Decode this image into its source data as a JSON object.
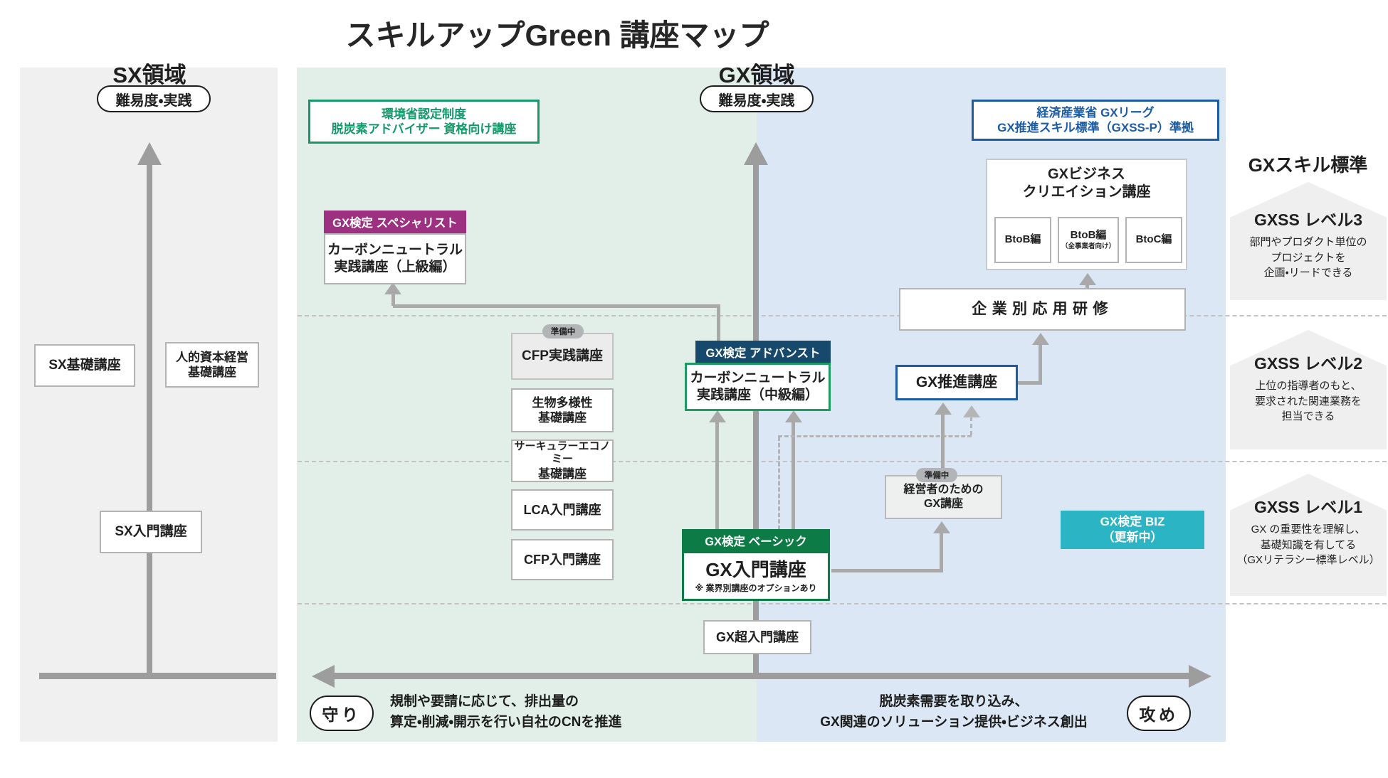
{
  "title": "スキルアップGreen 講座マップ",
  "colors": {
    "accent_green": "#14996a",
    "dark_green": "#0d7b45",
    "mid_green": "#1d9b63",
    "navy": "#17496d",
    "purple": "#9d3080",
    "blue": "#1c5ca4",
    "cyan": "#2bb4c4",
    "panel_gray": "#f0f0f0",
    "panel_green": "#e1efe8",
    "panel_blue": "#dbe7f4"
  },
  "sx": {
    "heading": "SX領域",
    "axis_pill": "難易度・実践",
    "basic_course": "SX基礎講座",
    "human_capital_line1": "人的資本経営",
    "human_capital_line2": "基礎講座",
    "intro_course": "SX入門講座"
  },
  "gx": {
    "heading": "GX領域",
    "axis_pill": "難易度・実践",
    "env_cert_line1": "環境省認定制度",
    "env_cert_line2": "脱炭素アドバイザー 資格向け講座",
    "meti_line1": "経済産業省 GXリーグ",
    "meti_line2": "GX推進スキル標準（GXSS-P）準拠",
    "specialist_label": "GX検定 スペシャリスト",
    "cn_advanced_line1": "カーボンニュートラル",
    "cn_advanced_line2": "実践講座（上級編）",
    "preparing_badge": "準備中",
    "cfp_practice": "CFP実践講座",
    "biodiversity_line1": "生物多様性",
    "biodiversity_line2": "基礎講座",
    "circular_line1": "サーキュラーエコノミー",
    "circular_line2": "基礎講座",
    "lca_intro": "LCA入門講座",
    "cfp_intro": "CFP入門講座",
    "advanced_label": "GX検定 アドバンスト",
    "cn_intermediate_line1": "カーボンニュートラル",
    "cn_intermediate_line2": "実践講座（中級編）",
    "suishin_course": "GX推進講座",
    "kigyobetsu_course": "企業別応用研修",
    "bizcreation_line1": "GXビジネス",
    "bizcreation_line2": "クリエイション講座",
    "btob": "BtoB編",
    "btob_all_line1": "BtoB編",
    "btob_all_line2": "（全事業者向け）",
    "btoc": "BtoC編",
    "keieisha_line1": "経営者のための",
    "keieisha_line2": "GX講座",
    "basic_label": "GX検定 ベーシック",
    "intro_course": "GX入門講座",
    "intro_note": "※ 業界別講座のオプションあり",
    "super_intro": "GX超入門講座",
    "biz_kentei_line1": "GX検定 BIZ",
    "biz_kentei_line2": "（更新中）"
  },
  "gxss": {
    "heading": "GXスキル標準",
    "level3": {
      "title": "GXSS レベル3",
      "line1": "部門やプロダクト単位の",
      "line2": "プロジェクトを",
      "line3": "企画・リードできる"
    },
    "level2": {
      "title": "GXSS レベル2",
      "line1": "上位の指導者のもと、",
      "line2": "要求された関連業務を",
      "line3": "担当できる"
    },
    "level1": {
      "title": "GXSS レベル1",
      "line1": "GX の重要性を理解し、",
      "line2": "基礎知識を有してる",
      "line3": "（GXリテラシー標準レベル）"
    }
  },
  "bottom": {
    "defense_pill": "守り",
    "defense_line1": "規制や要請に応じて、排出量の",
    "defense_line2": "算定・削減・開示を行い自社のCNを推進",
    "offense_line1": "脱炭素需要を取り込み、",
    "offense_line2": "GX関連のソリューション提供・ビジネス創出",
    "offense_pill": "攻め"
  }
}
